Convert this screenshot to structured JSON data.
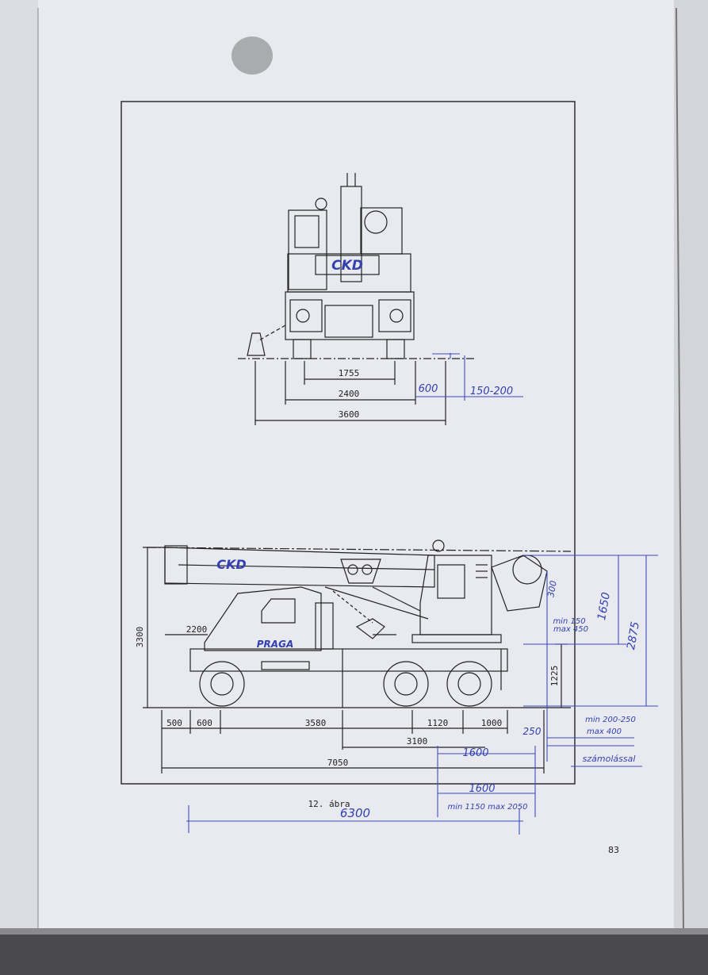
{
  "diagram": {
    "front_view": {
      "brand_label": "CKD",
      "dimensions": [
        "1755",
        "2400",
        "3600"
      ],
      "handwritten": [
        "600",
        "150-200"
      ]
    },
    "side_view": {
      "boom_label": "CKD",
      "truck_label": "PRAGA",
      "dimensions": {
        "height_total": "3300",
        "cab_offset": "2200",
        "frame_height": "1225",
        "lengths": [
          "500",
          "600",
          "3580",
          "1120",
          "1000"
        ],
        "wheelbase_rear": "3100",
        "overall_length": "7050"
      },
      "handwritten": {
        "outrigger_up": "300",
        "min_max_1": "min 150",
        "min_max_2": "max 450",
        "height_1650": "1650",
        "height_2875": "2875",
        "offset_250": "250",
        "range_note_1": "min 200-250",
        "range_note_2": "max 400",
        "note_word": "számolással",
        "track_1600_a": "1600",
        "track_1600_b": "1600",
        "track_range": "min 1150  max 2050",
        "span_6300": "6300"
      }
    },
    "caption": "12. ábra",
    "page_number": "83"
  }
}
